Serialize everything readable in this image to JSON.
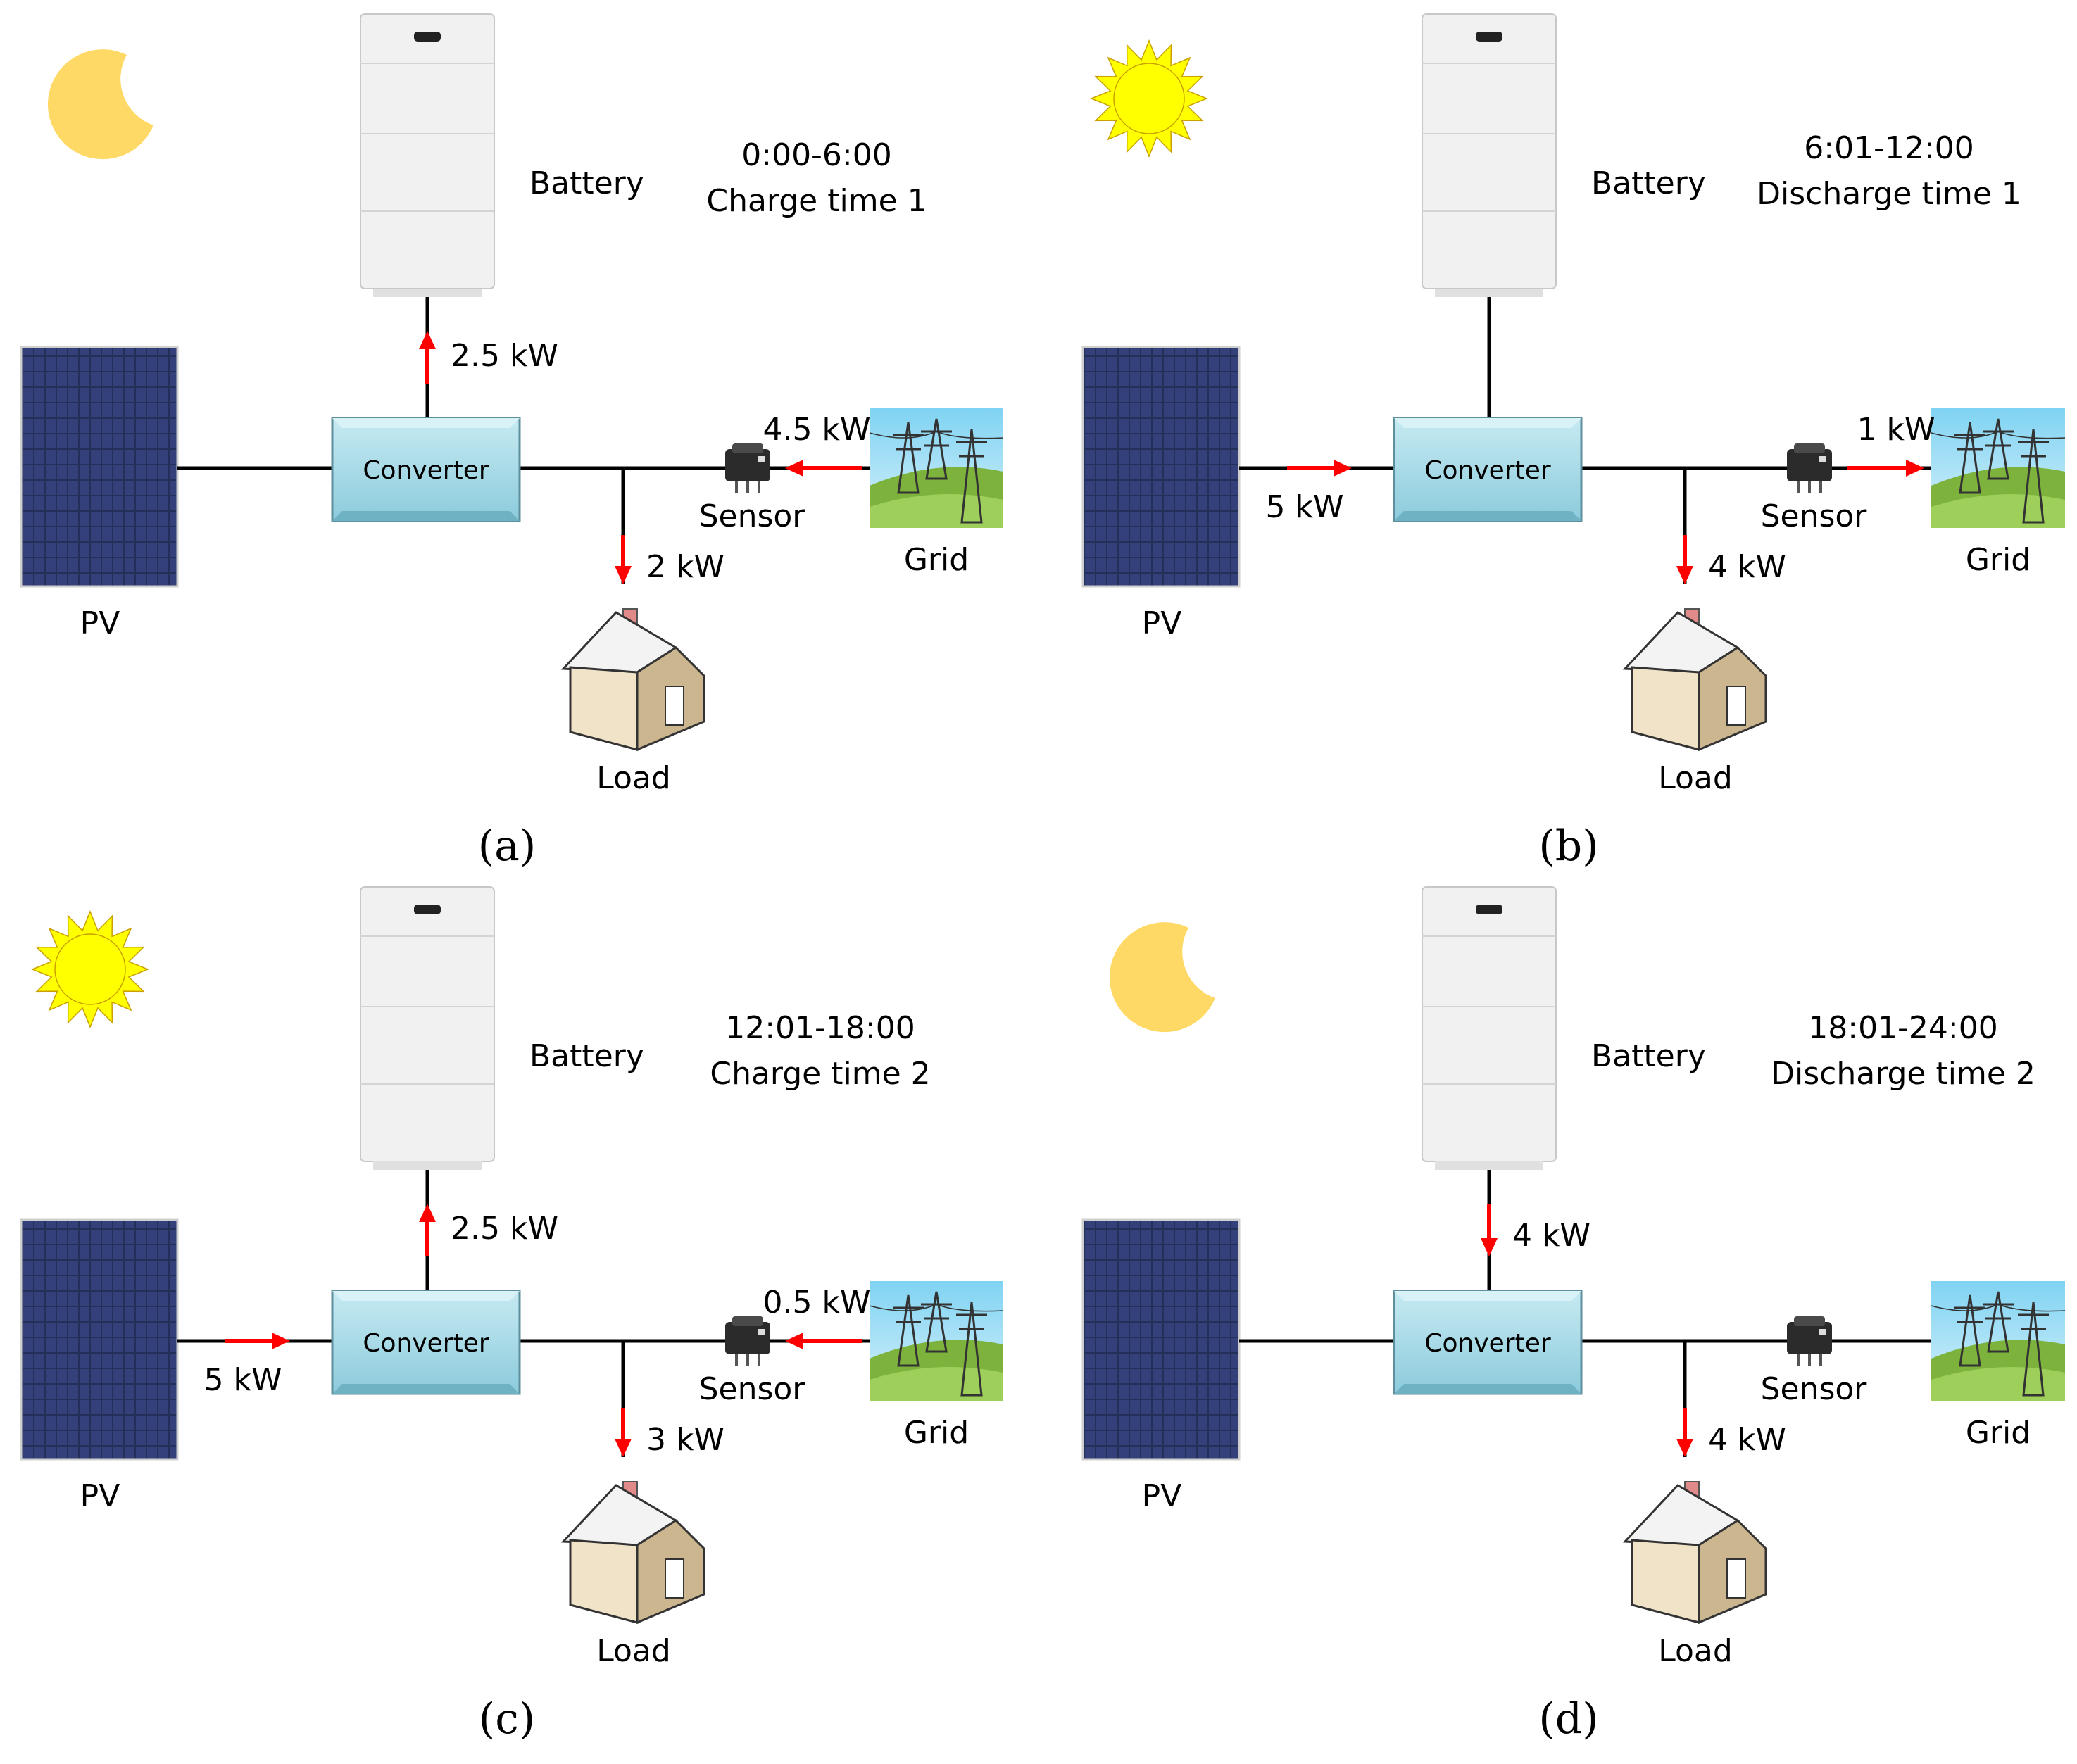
{
  "colors": {
    "wire": "#000000",
    "flow_arrow": "#ff0000",
    "converter_fill": "#a9dbe6",
    "moon": "#ffd966",
    "sun": "#ffff00"
  },
  "labels": {
    "battery": "Battery",
    "converter": "Converter",
    "pv": "PV",
    "sensor": "Sensor",
    "grid": "Grid",
    "load": "Load"
  },
  "panels": [
    {
      "caption": "(a)",
      "time_range": "0:00-6:00",
      "mode": "Charge time 1",
      "sky_icon": "moon-icon",
      "battery_flow": {
        "label": "2.5 kW",
        "direction": "to-battery"
      },
      "pv_flow": null,
      "load_flow": {
        "label": "2 kW"
      },
      "grid_flow": {
        "label": "4.5 kW",
        "direction": "from-grid"
      }
    },
    {
      "caption": "(b)",
      "time_range": "6:01-12:00",
      "mode": "Discharge time 1",
      "sky_icon": "sun-icon",
      "battery_flow": null,
      "pv_flow": {
        "label": "5 kW"
      },
      "load_flow": {
        "label": "4 kW"
      },
      "grid_flow": {
        "label": "1 kW",
        "direction": "to-grid"
      }
    },
    {
      "caption": "(c)",
      "time_range": "12:01-18:00",
      "mode": "Charge time 2",
      "sky_icon": "sun-icon",
      "battery_flow": {
        "label": "2.5 kW",
        "direction": "to-battery"
      },
      "pv_flow": {
        "label": "5 kW"
      },
      "load_flow": {
        "label": "3 kW"
      },
      "grid_flow": {
        "label": "0.5 kW",
        "direction": "from-grid"
      }
    },
    {
      "caption": "(d)",
      "time_range": "18:01-24:00",
      "mode": "Discharge time 2",
      "sky_icon": "moon-icon",
      "battery_flow": {
        "label": "4 kW",
        "direction": "from-battery"
      },
      "pv_flow": null,
      "load_flow": {
        "label": "4 kW"
      },
      "grid_flow": null
    }
  ]
}
